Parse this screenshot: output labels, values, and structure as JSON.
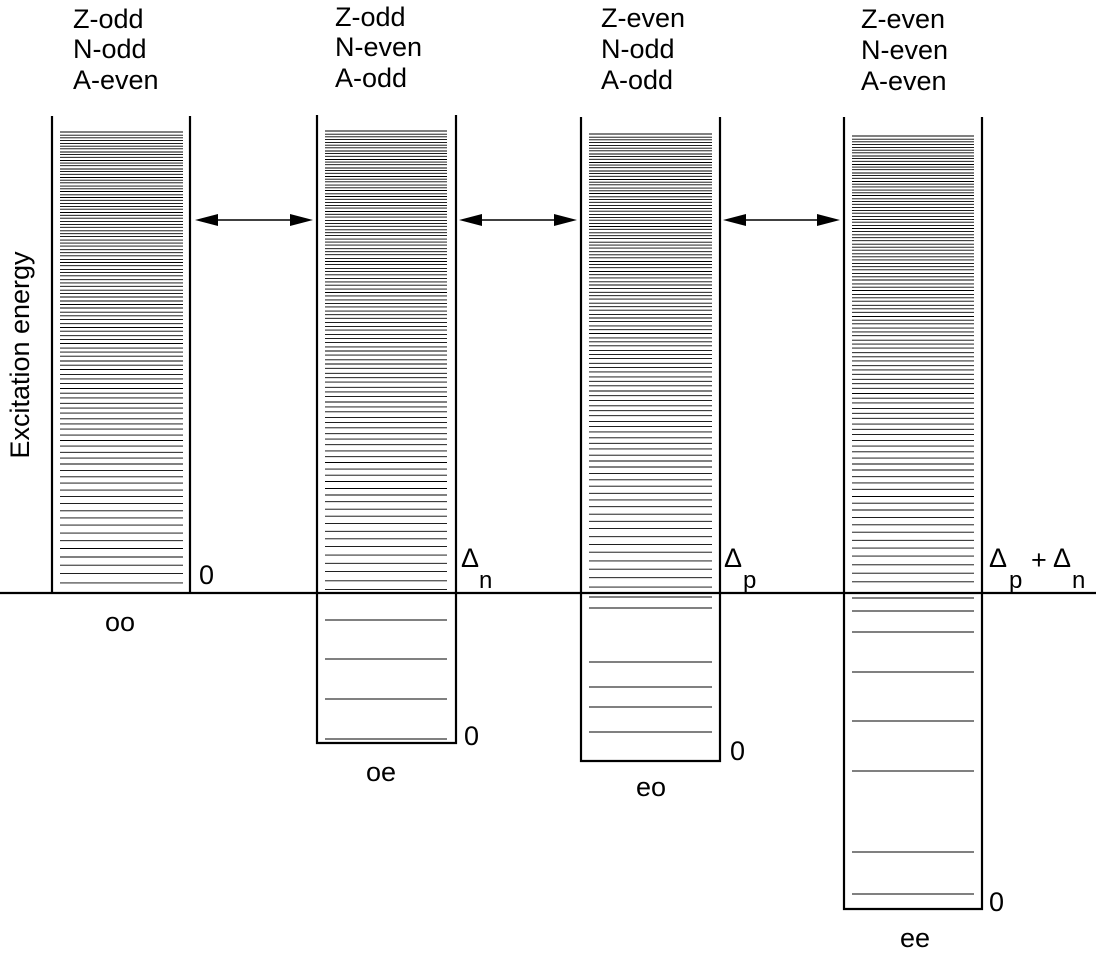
{
  "y_axis_label": "Excitation energy",
  "columns": [
    {
      "id": "oo",
      "header": [
        "Z-odd",
        "N-odd",
        "A-even"
      ],
      "name": "oo",
      "offset_label": {
        "symbol": "",
        "sub": "",
        "symbol2": "",
        "sub2": "",
        "plus": ""
      },
      "ground_zero": "0",
      "zero_label_below": false
    },
    {
      "id": "oe",
      "header": [
        "Z-odd",
        "N-even",
        "A-odd"
      ],
      "name": "oe",
      "offset_label": {
        "symbol": "Δ",
        "sub": "n",
        "symbol2": "",
        "sub2": "",
        "plus": ""
      },
      "ground_zero": "0",
      "zero_label_below": true
    },
    {
      "id": "eo",
      "header": [
        "Z-even",
        "N-odd",
        "A-odd"
      ],
      "name": "eo",
      "offset_label": {
        "symbol": "Δ",
        "sub": "p",
        "symbol2": "",
        "sub2": "",
        "plus": ""
      },
      "ground_zero": "0",
      "zero_label_below": true
    },
    {
      "id": "ee",
      "header": [
        "Z-even",
        "N-even",
        "A-even"
      ],
      "name": "ee",
      "offset_label": {
        "symbol": "Δ",
        "sub": "p",
        "symbol2": "Δ",
        "sub2": "n",
        "plus": "+"
      },
      "ground_zero": "0",
      "zero_label_below": true
    }
  ],
  "colors": {
    "line": "#000000",
    "background": "#ffffff"
  }
}
